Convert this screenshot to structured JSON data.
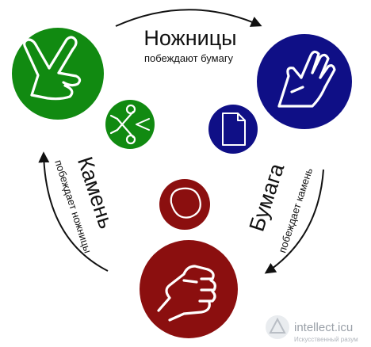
{
  "colors": {
    "scissors": "#118a11",
    "paper": "#0f0f86",
    "rock": "#8b0f0f",
    "arrow": "#111111",
    "watermark": "#9aa0a8"
  },
  "scissors": {
    "title": "Ножницы",
    "subtitle": "побеждают бумагу",
    "hand_icon": "victory-hand-icon",
    "object_icon": "scissors-icon"
  },
  "paper": {
    "title": "Бумага",
    "subtitle": "побеждает камень",
    "hand_icon": "open-hand-icon",
    "object_icon": "document-icon"
  },
  "rock": {
    "title": "Камень",
    "subtitle": "побеждает ножницы",
    "hand_icon": "fist-icon",
    "object_icon": "stone-icon"
  },
  "watermark": {
    "name": "intellect.icu",
    "tagline": "Искусственный разум",
    "icon": "triangle-logo-icon"
  }
}
